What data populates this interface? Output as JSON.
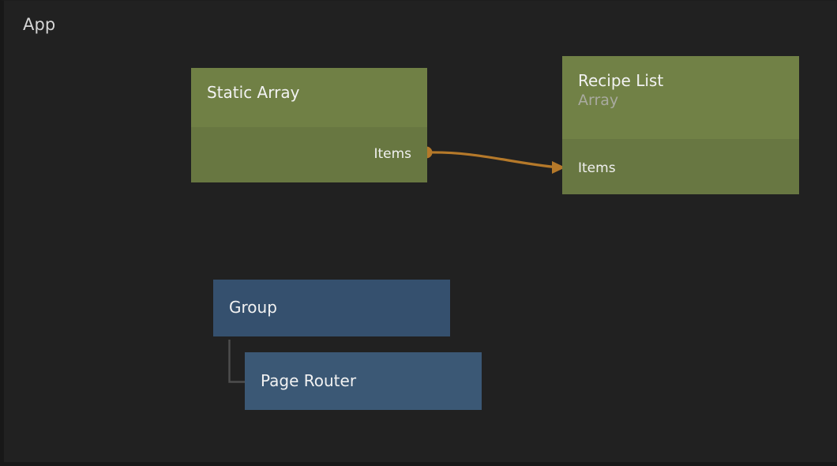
{
  "canvas": {
    "root_label": "App",
    "background_color": "#212121",
    "frame_color": "#181818"
  },
  "palette": {
    "green_header": "#708045",
    "green_body": "#687741",
    "blue_group": "#35506e",
    "blue_child": "#3b5875",
    "edge_orange": "#b5792a",
    "tree_line_grey": "#4e4e4e",
    "text_primary": "#f2f2f2",
    "text_subtle": "#a9aaa0"
  },
  "nodes": [
    {
      "id": "static-array",
      "title": "Static Array",
      "subtitle": "",
      "kind": "array-source",
      "color": "#708045",
      "ports": [
        {
          "name": "Items",
          "direction": "out"
        }
      ]
    },
    {
      "id": "recipe-list",
      "title": "Recipe List",
      "subtitle": "Array",
      "kind": "array",
      "color": "#718146",
      "ports": [
        {
          "name": "Items",
          "direction": "in"
        }
      ]
    },
    {
      "id": "group",
      "title": "Group",
      "subtitle": "",
      "kind": "container",
      "color": "#35506e",
      "ports": []
    },
    {
      "id": "page-router",
      "title": "Page Router",
      "subtitle": "",
      "kind": "router",
      "color": "#3b5875",
      "ports": []
    }
  ],
  "edges": [
    {
      "id": "edge-items",
      "from_node": "static-array",
      "from_port": "Items",
      "to_node": "recipe-list",
      "to_port": "Items",
      "color": "#b5792a",
      "style": "bezier",
      "has_source_dot": true,
      "has_target_arrow": true
    }
  ],
  "tree_links": [
    {
      "id": "group-to-page-router",
      "parent": "group",
      "child": "page-router",
      "color": "#4e4e4e",
      "style": "elbow"
    }
  ]
}
